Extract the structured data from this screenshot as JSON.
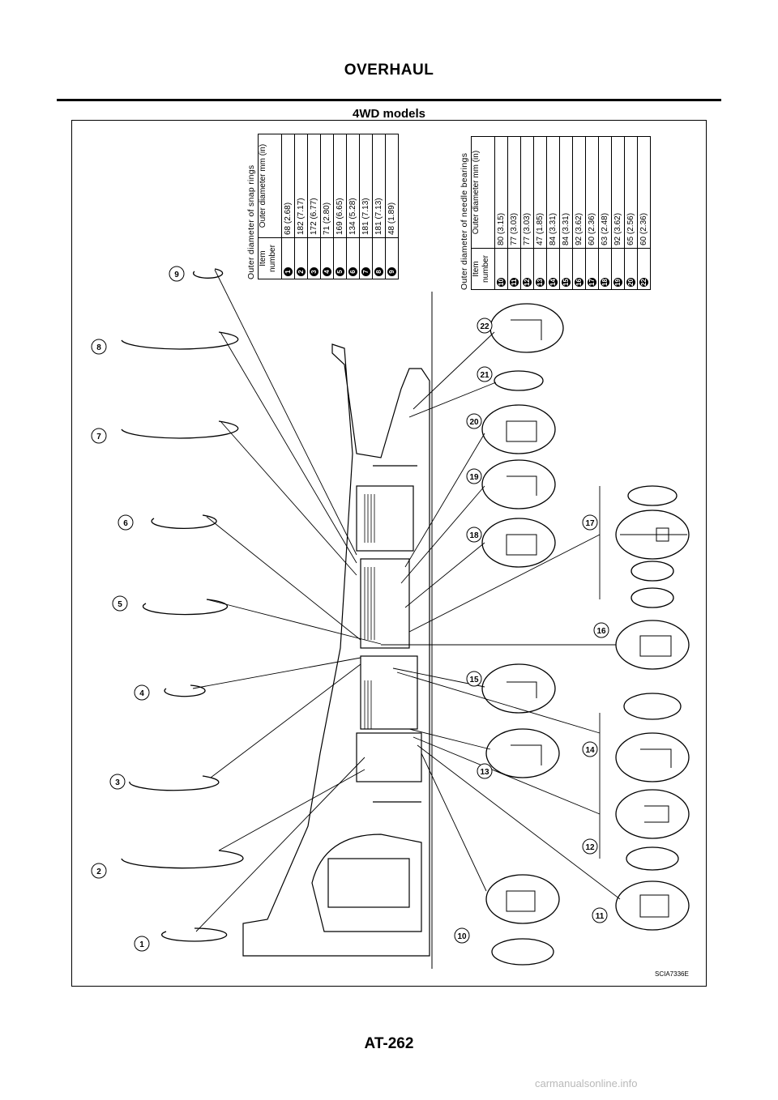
{
  "header": {
    "title": "OVERHAUL",
    "section": "4WD models"
  },
  "snap_rings": {
    "caption": "Outer diameter of snap rings",
    "col_item": "Item number",
    "col_dia": "Outer diameter mm (in)",
    "rows": [
      {
        "item": "1",
        "dia": "68 (2.68)"
      },
      {
        "item": "2",
        "dia": "182 (7.17)"
      },
      {
        "item": "3",
        "dia": "172 (6.77)"
      },
      {
        "item": "4",
        "dia": "71 (2.80)"
      },
      {
        "item": "5",
        "dia": "169 (6.65)"
      },
      {
        "item": "6",
        "dia": "134 (5.28)"
      },
      {
        "item": "7",
        "dia": "181 (7.13)"
      },
      {
        "item": "8",
        "dia": "181 (7.13)"
      },
      {
        "item": "9",
        "dia": "48 (1.89)"
      }
    ]
  },
  "needle_bearings": {
    "caption": "Outer diameter of needle bearings",
    "col_item": "Item number",
    "col_dia": "Outer diameter mm (in)",
    "rows": [
      {
        "item": "10",
        "dia": "80 (3.15)"
      },
      {
        "item": "11",
        "dia": "77 (3.03)"
      },
      {
        "item": "12",
        "dia": "77 (3.03)"
      },
      {
        "item": "13",
        "dia": "47 (1.85)"
      },
      {
        "item": "14",
        "dia": "84 (3.31)"
      },
      {
        "item": "15",
        "dia": "84 (3.31)"
      },
      {
        "item": "16",
        "dia": "92 (3.62)"
      },
      {
        "item": "17",
        "dia": "60 (2.36)"
      },
      {
        "item": "18",
        "dia": "63 (2.48)"
      },
      {
        "item": "19",
        "dia": "92 (3.62)"
      },
      {
        "item": "20",
        "dia": "65 (2.56)"
      },
      {
        "item": "22",
        "dia": "60 (2.36)"
      }
    ]
  },
  "figure_id": "SCIA7336E",
  "footer": {
    "page": "AT-262",
    "watermark": "carmanualsonline.info"
  }
}
